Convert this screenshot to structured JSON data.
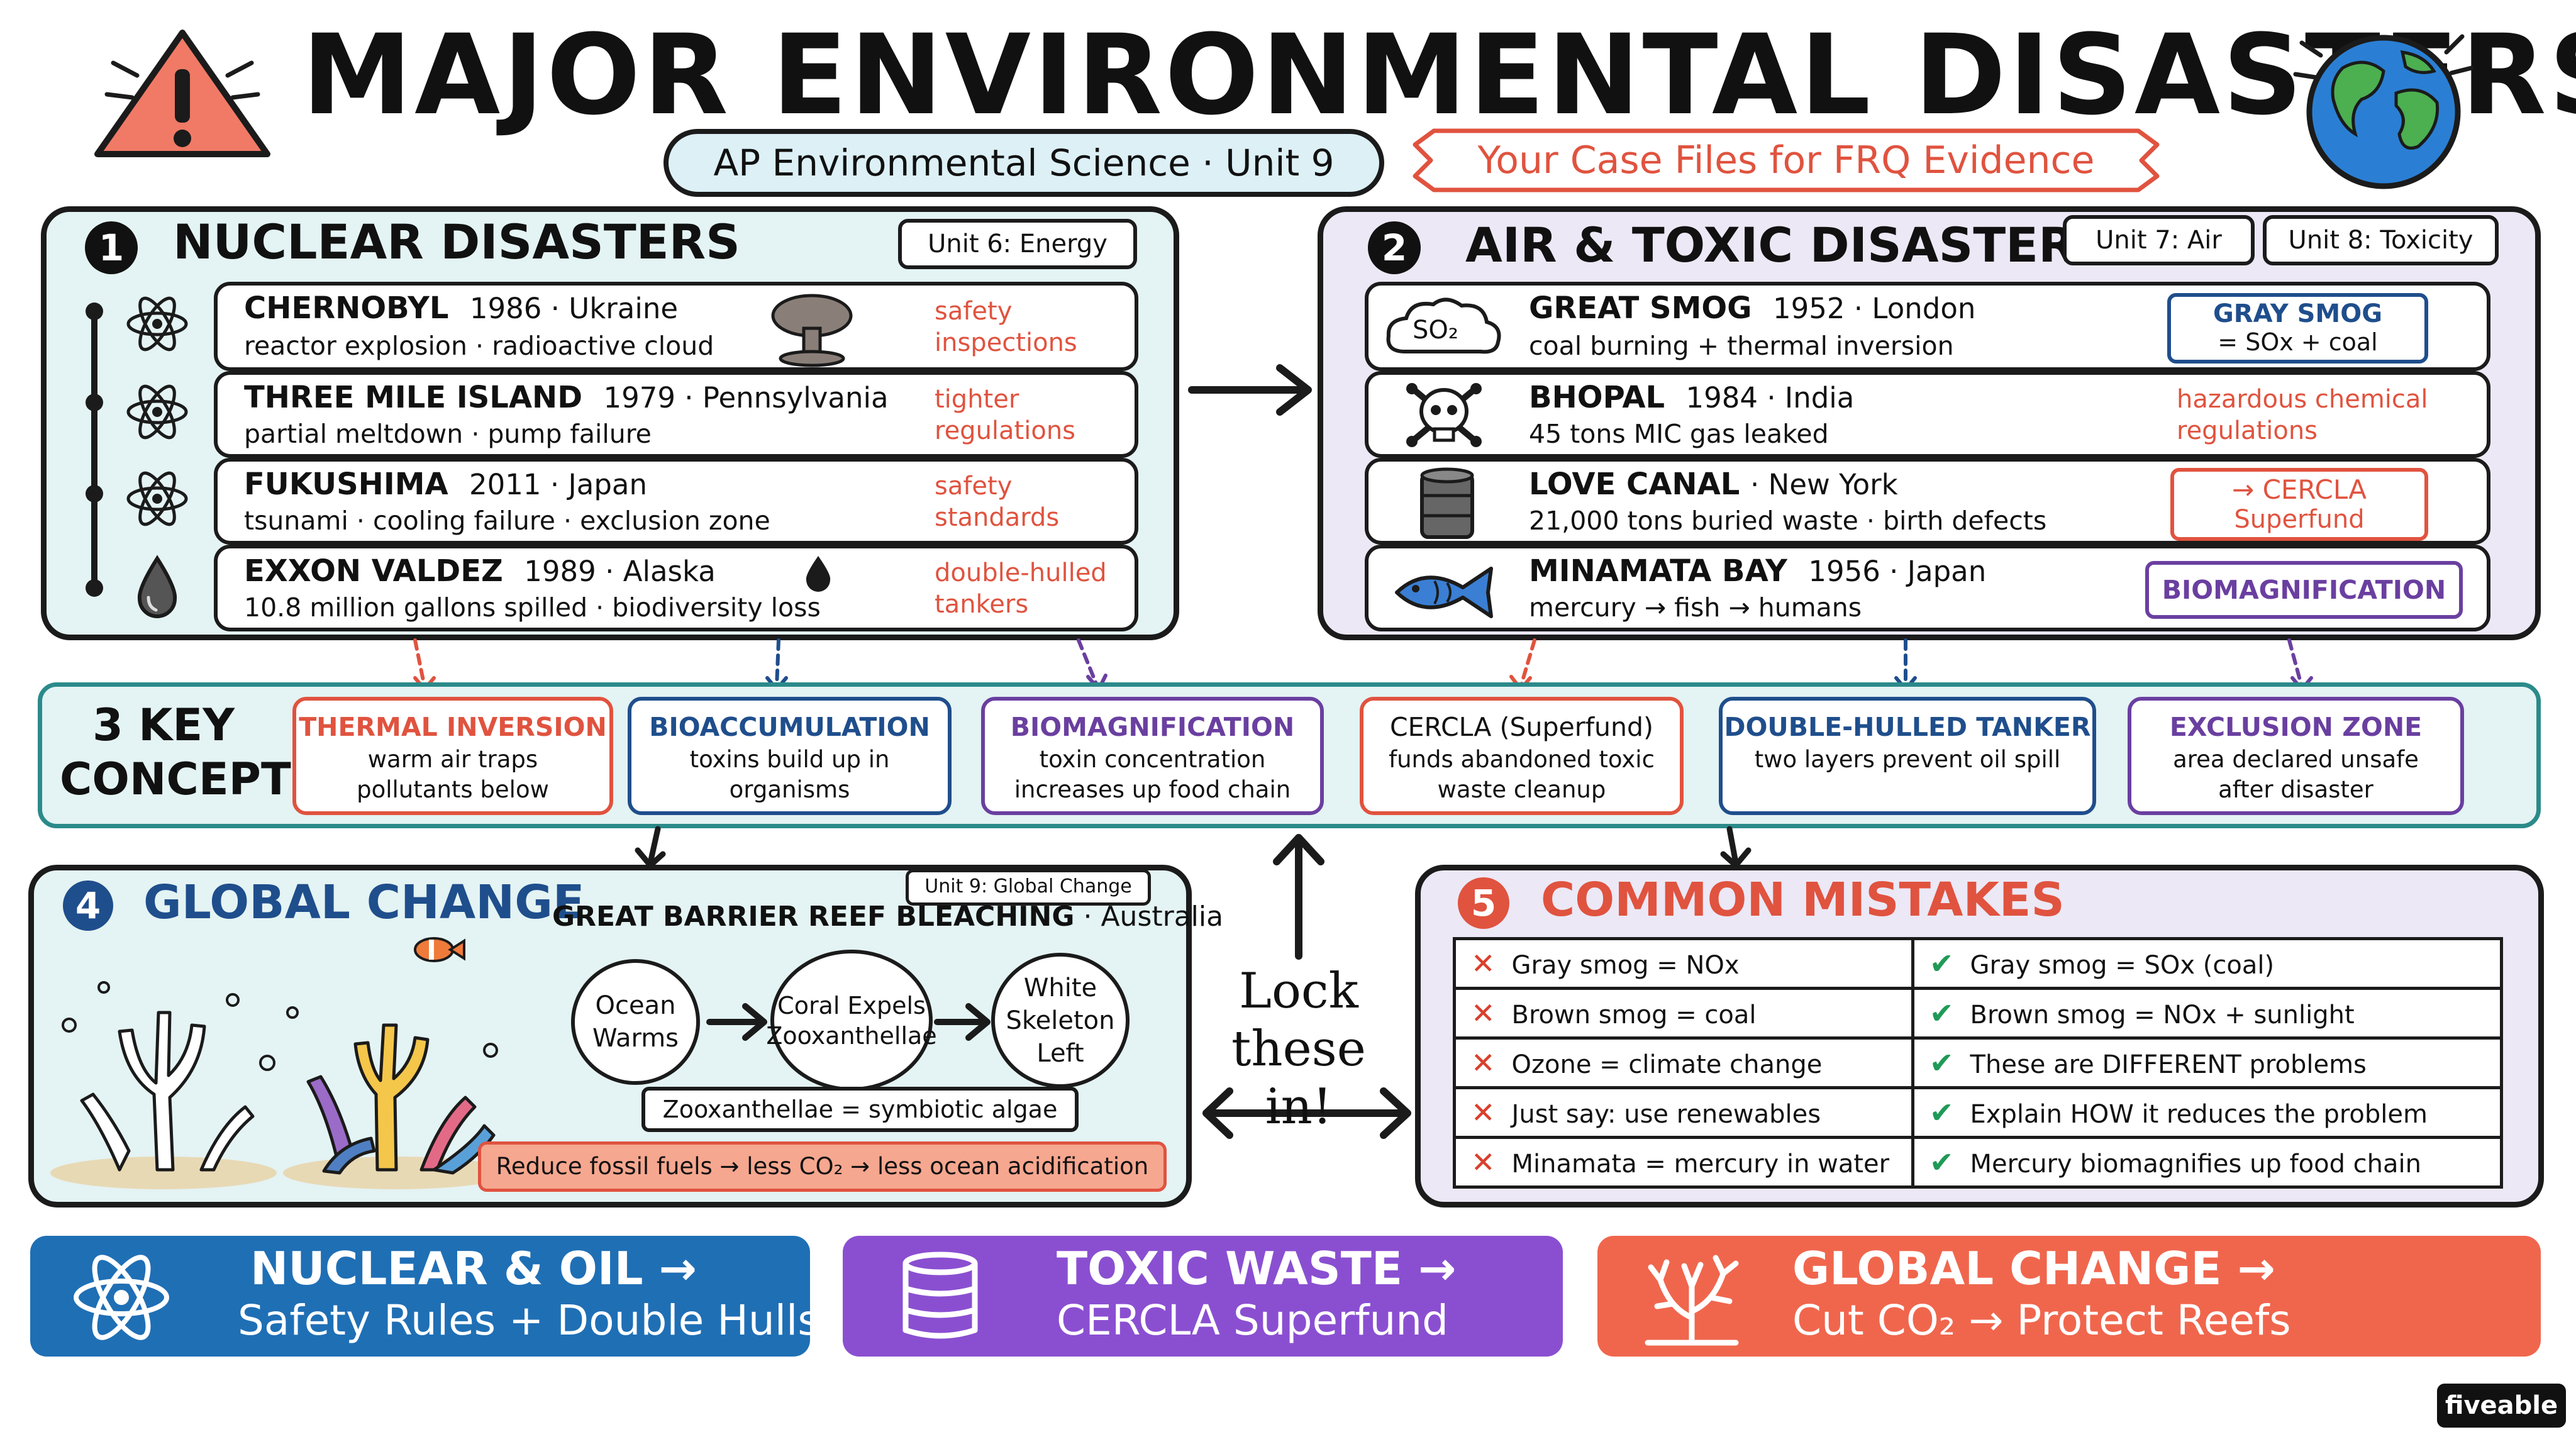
{
  "header": {
    "title": "MAJOR ENVIRONMENTAL DISASTERS",
    "subtitle_pill": "AP Environmental Science · Unit 9",
    "subtitle_banner": "Your Case Files for FRQ Evidence"
  },
  "nuclear": {
    "number": "1",
    "title": "NUCLEAR DISASTERS",
    "tag": "Unit 6: Energy",
    "items": [
      {
        "name": "CHERNOBYL",
        "meta": "1986 · Ukraine",
        "detail": "reactor explosion · radioactive cloud",
        "fix": "safety inspections"
      },
      {
        "name": "THREE MILE ISLAND",
        "meta": "1979 · Pennsylvania",
        "detail": "partial meltdown · pump failure",
        "fix": "tighter regulations"
      },
      {
        "name": "FUKUSHIMA",
        "meta": "2011 · Japan",
        "detail": "tsunami · cooling failure · exclusion zone",
        "fix": "safety standards"
      },
      {
        "name": "EXXON VALDEZ",
        "meta": "1989 · Alaska",
        "detail": "10.8 million gallons spilled · biodiversity loss",
        "fix": "double-hulled tankers"
      }
    ]
  },
  "air": {
    "number": "2",
    "title": "AIR & TOXIC DISASTERS",
    "tag1": "Unit 7: Air",
    "tag2": "Unit 8: Toxicity",
    "so2_label": "SO₂",
    "items": [
      {
        "name": "GREAT SMOG",
        "meta": "1952 · London",
        "detail": "coal burning + thermal inversion",
        "note_title": "GRAY SMOG",
        "note_body": "= SOx + coal"
      },
      {
        "name": "BHOPAL",
        "meta": "1984 · India",
        "detail": "45 tons MIC gas leaked",
        "fix": "hazardous chemical regulations"
      },
      {
        "name": "LOVE CANAL",
        "meta": "· New York",
        "detail": "21,000 tons buried waste · birth defects",
        "note_title": "→ CERCLA",
        "note_body": "Superfund"
      },
      {
        "name": "MINAMATA BAY",
        "meta": "1956 · Japan",
        "detail": "mercury → fish → humans",
        "note_title": "BIOMAGNIFICATION"
      }
    ]
  },
  "concepts": {
    "label_line1": "3  KEY",
    "label_line2": "CONCEPTS",
    "items": [
      {
        "title": "THERMAL INVERSION",
        "desc": "warm air traps pollutants below",
        "color": "#e0533f"
      },
      {
        "title": "BIOACCUMULATION",
        "desc": "toxins build up in organisms",
        "color": "#1f4e8c"
      },
      {
        "title": "BIOMAGNIFICATION",
        "desc": "toxin concentration increases up food chain",
        "color": "#6a3fa0"
      },
      {
        "title": "CERCLA (Superfund)",
        "desc": "funds abandoned toxic waste cleanup",
        "color": "#e0533f"
      },
      {
        "title": "DOUBLE-HULLED TANKER",
        "desc": "two layers prevent oil spill",
        "color": "#1f4e8c"
      },
      {
        "title": "EXCLUSION ZONE",
        "desc": "area declared unsafe after disaster",
        "color": "#6a3fa0"
      }
    ]
  },
  "global": {
    "number": "4",
    "title": "GLOBAL CHANGE",
    "tag": "Unit 9: Global Change",
    "reef_title": "GREAT BARRIER REEF BLEACHING",
    "reef_place": "· Australia",
    "steps": [
      "Ocean Warms",
      "Coral Expels Zooxanthellae",
      "White Skeleton Left"
    ],
    "definition": "Zooxanthellae = symbiotic algae",
    "solution": "Reduce fossil fuels → less CO₂ → less ocean acidification"
  },
  "center": {
    "lock_line1": "Lock",
    "lock_line2": "these in!"
  },
  "mistakes": {
    "number": "5",
    "title": "COMMON MISTAKES",
    "rows": [
      {
        "wrong": "Gray smog = NOx",
        "right": "Gray smog = SOx (coal)"
      },
      {
        "wrong": "Brown smog = coal",
        "right": "Brown smog = NOx + sunlight"
      },
      {
        "wrong": "Ozone = climate change",
        "right": "These are DIFFERENT problems"
      },
      {
        "wrong": "Just say: use renewables",
        "right": "Explain HOW it reduces the problem"
      },
      {
        "wrong": "Minamata = mercury in water",
        "right": "Mercury biomagnifies up food chain"
      }
    ]
  },
  "banners": [
    {
      "line1": "NUCLEAR & OIL →",
      "line2": "Safety Rules + Double Hulls",
      "color": "#1f6fb5",
      "icon": "atom-icon"
    },
    {
      "line1": "TOXIC WASTE →",
      "line2": "CERCLA Superfund",
      "color": "#8a4fd1",
      "icon": "barrel-icon"
    },
    {
      "line1": "GLOBAL CHANGE →",
      "line2": "Cut CO₂ → Protect Reefs",
      "color": "#f0664d",
      "icon": "coral-icon"
    }
  ],
  "brand": "fiveable",
  "colors": {
    "red": "#e0533f",
    "teal_bg": "#e4f3f3",
    "lavender_bg": "#ece8f6",
    "navy": "#1f4e8c",
    "purple": "#6a3fa0",
    "green": "#1f9a57"
  }
}
